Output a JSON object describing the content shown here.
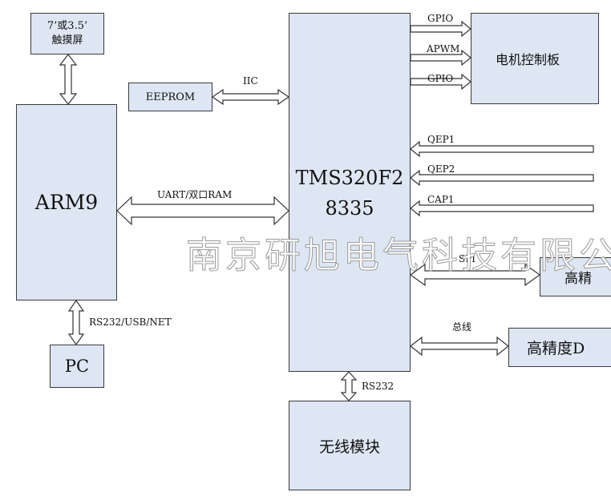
{
  "blocks": {
    "touchscreen": [
      "7’或3.5’",
      "触摸屏"
    ],
    "arm9": "ARM9",
    "pc": "PC",
    "eeprom": "EEPROM",
    "dsp": [
      "TMS320F2",
      "8335"
    ],
    "motor_board": "电机控制板",
    "hp_block1": "高精",
    "hp_block2": "高精度D",
    "wireless": "无线模块"
  },
  "links": {
    "iic": "IIC",
    "uart": "UART/双口RAM",
    "rs232_usb_net": "RS232/USB/NET",
    "gpio1": "GPIO",
    "apwm": "APWM",
    "gpio2": "GPIO",
    "qep1": "QEP1",
    "qep2": "QEP2",
    "cap1": "CAP1",
    "spi": "SPI",
    "bus": "总线",
    "rs232": "RS232"
  },
  "watermark": "南京研旭电气科技有限公",
  "colors": {
    "block_fill": "#dde6f2",
    "block_border": "#3a3a3a",
    "arrow_fill": "#ffffff",
    "arrow_stroke": "#333333"
  }
}
